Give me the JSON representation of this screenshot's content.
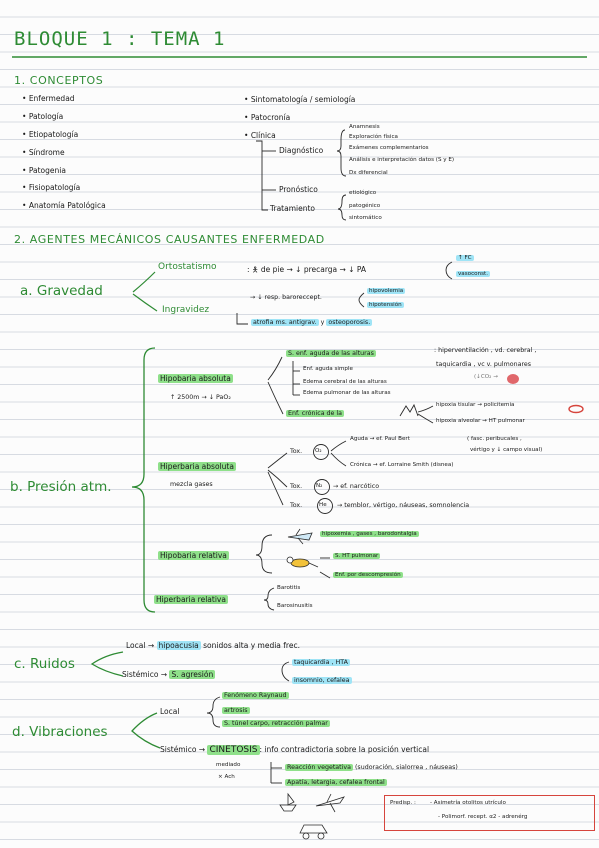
{
  "title": "BLOQUE 1 : TEMA 1",
  "section1": {
    "heading": "1. CONCEPTOS",
    "left_items": [
      "Enfermedad",
      "Patología",
      "Etiopatología",
      "Síndrome",
      "Patogenia",
      "Fisiopatología",
      "Anatomía Patológica"
    ],
    "right_items": [
      "Sintomatología / semiología",
      "Patocronía",
      "Clínica"
    ],
    "clinica": {
      "diagnostico": "Diagnóstico",
      "diag_items": [
        "Anamnesis",
        "Exploración física",
        "Exámenes complementarios",
        "Análisis e interpretación datos (S y E)",
        "Dx diferencial"
      ],
      "pronostico": "Pronóstico",
      "tratamiento": "Tratamiento",
      "trat_items": [
        "etiológico",
        "patogénico",
        "sintomático"
      ]
    }
  },
  "section2": {
    "heading": "2. AGENTES MECÁNICOS CAUSANTES ENFERMEDAD",
    "a": {
      "label": "a. Gravedad",
      "ortostatismo": "Ortostatismo",
      "orto_chain": ": 🯅 de pie → ↓ precarga → ↓ PA",
      "fc": "↑ FC",
      "vaso": "vasoconst.",
      "ingravidez": "Ingravidez",
      "ingr_resp": "→ ↓ resp. baroreccept.",
      "hipovolemia": "hipovolemia",
      "hipotension": "hipotensión",
      "atrofia": "atrofia ms. antigrav.",
      "y": "y",
      "osteoporosis": "osteoporosis."
    },
    "b": {
      "label": "b. Presión atm.",
      "hipobara_abs": "Hipobaria absoluta",
      "hipobara_abs_sub": "↑ 2500m → ↓ PaO₂",
      "s_enf": "S. enf. aguda de las alturas",
      "s_enf_res1": ": hiperventilación , vd. cerebral ,",
      "s_enf_res2": "taquicardia , vc v. pulmonares",
      "co2_note": "(↓CO₂ →",
      "aguda_items": [
        "Enf. aguda simple",
        "Edema cerebral de las alturas",
        "Edema pulmonar de las alturas"
      ],
      "cronica": "Enf. crónica de la",
      "hipoxia_tisular": "hipoxia tisular → policitemia",
      "hipoxia_alveolar": "hipoxia alveolar → HT pulmonar",
      "hiperbaria_abs": "Hiperbaria absoluta",
      "hiperbaria_sub": "mezcla gases",
      "tox": "Tox.",
      "o2": "O₂",
      "aguda_o2": "Aguda → ef. Paul Bert",
      "paul_bert_note1": "( fasc. peribucales ,",
      "paul_bert_note2": "vértigo y ↓ campo visual)",
      "cronica_o2": "Crónica → ef. Lorraine Smith (disnea)",
      "n2": "N₂",
      "n2_res": "→ ef. narcótico",
      "he": "He",
      "he_res": "→ temblor, vértigo, náuseas, somnolencia",
      "hipobaria_rel": "Hipobaria relativa",
      "hipoxemia": "hipoxemia , gases , barodontalgia",
      "s_ht": "S. HT pulmonar",
      "enf_desc": "Enf. por descompresión",
      "hiperbaria_rel": "Hiperbaria relativa",
      "barotitis": "Barotitis",
      "barosinusitis": "Barosinusitis"
    },
    "c": {
      "label": "c. Ruidos",
      "local": "Local →",
      "hipoacusia": "hipoacusia",
      "local_rest": "sonidos alta y media frec.",
      "sistemico": "Sistémico →",
      "s_agresion": "S. agresión",
      "taqui": "taquicardia , HTA",
      "insomnio": "insomnio, cefalea"
    },
    "d": {
      "label": "d. Vibraciones",
      "local": "Local",
      "local_items": [
        "Fenómeno Raynaud",
        "artrosis",
        "S. túnel carpo, retracción palmar"
      ],
      "sistemico": "Sistémico →",
      "cinetosis": "CINETOSIS",
      "cinetosis_rest": ": info contradictoria sobre la posición vertical",
      "mediado": "mediado",
      "ach": "× Ach",
      "reaccion": "Reacción vegetativa",
      "reaccion_rest": "(sudoración, sialorrea , náuseas)",
      "apatia": "Apatía, letargia, cefalea frontal",
      "predisp_label": "Predisp. :",
      "predisp1": "- Asimetría otolitos utrículo",
      "predisp2": "- Polimorf. recept. α2 - adrenérg"
    }
  }
}
